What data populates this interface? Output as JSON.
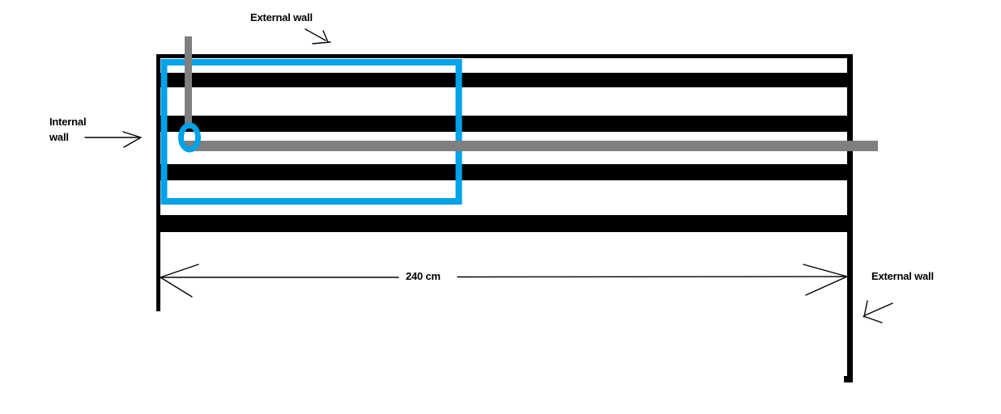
{
  "diagram": {
    "type": "wall-and-pipe-construction-sketch",
    "background": "#ffffff",
    "colors": {
      "wall_black": "#000000",
      "pipe_gray": "#7f7f7f",
      "highlight_blue": "#00a2e8",
      "annotation_black": "#000000",
      "text_black": "#000000"
    },
    "labels": {
      "external_wall_top": "External wall",
      "internal_wall_line1": "Internal",
      "internal_wall_line2": "wall",
      "external_wall_right": "External wall",
      "dimension": "240 cm"
    },
    "dimension": {
      "value": 240,
      "unit": "cm"
    }
  }
}
